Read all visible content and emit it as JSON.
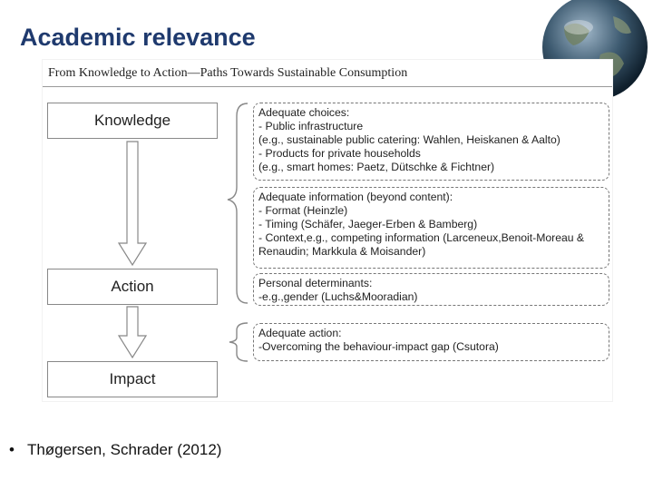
{
  "slide": {
    "title": "Academic relevance",
    "reference": "Thøgersen, Schrader (2012)",
    "bullet": "•"
  },
  "figure": {
    "title": "From Knowledge to Action—Paths Towards Sustainable Consumption",
    "stages": [
      {
        "label": "Knowledge"
      },
      {
        "label": "Action"
      },
      {
        "label": "Impact"
      }
    ],
    "boxes": [
      {
        "lines": [
          "Adequate choices:",
          "- Public infrastructure",
          "(e.g., sustainable public catering: Wahlen, Heiskanen & Aalto)",
          "- Products for private households",
          "(e.g., smart homes: Paetz, Dütschke & Fichtner)"
        ]
      },
      {
        "lines": [
          "Adequate information (beyond content):",
          "- Format (Heinzle)",
          "- Timing (Schäfer, Jaeger-Erben & Bamberg)",
          "- Context,e.g., competing information (Larceneux,Benoit-Moreau &",
          "Renaudin; Markkula & Moisander)"
        ]
      },
      {
        "lines": [
          "Personal determinants:",
          "-e.g.,gender (Luchs&Mooradian)"
        ]
      },
      {
        "lines": [
          "Adequate action:",
          "-Overcoming the behaviour-impact gap (Csutora)"
        ]
      }
    ]
  },
  "colors": {
    "title": "#1f3a6e",
    "border": "#888888",
    "dash": "#777777"
  },
  "icons": {
    "corner": "globe-icon"
  }
}
